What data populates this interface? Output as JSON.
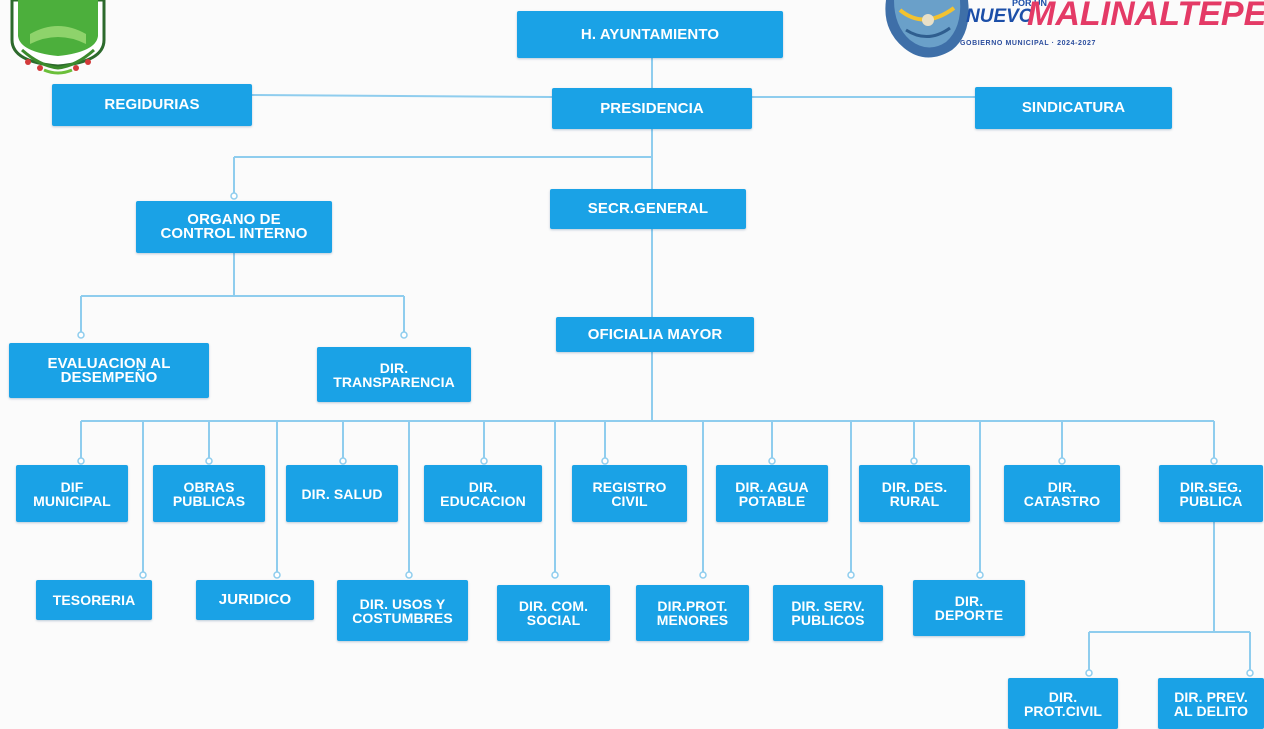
{
  "header": {
    "brand_por": "POR UN",
    "brand_nuevo": "NUEVO",
    "brand_main": "MALINALTEPEC",
    "brand_gobierno": "GOBIERNO MUNICIPAL · 2024-2027"
  },
  "org": {
    "ayuntamiento": "H. AYUNTAMIENTO",
    "regidurias": "REGIDURIAS",
    "presidencia": "PRESIDENCIA",
    "sindicatura": "SINDICATURA",
    "organo_control": "ORGANO DE\nCONTROL INTERNO",
    "secr_general": "SECR.GENERAL",
    "evaluacion": "EVALUACION AL\nDESEMPEÑO",
    "transparencia": "DIR.\nTRANSPARENCIA",
    "oficialia": "OFICIALIA MAYOR",
    "dif": "DIF\nMUNICIPAL",
    "obras": "OBRAS\nPUBLICAS",
    "salud": "DIR. SALUD",
    "educacion": "DIR.\nEDUCACION",
    "registro": "REGISTRO\nCIVIL",
    "agua": "DIR. AGUA\nPOTABLE",
    "rural": "DIR. DES.\nRURAL",
    "catastro": "DIR.\nCATASTRO",
    "seg_publica": "DIR.SEG.\nPUBLICA",
    "tesoreria": "TESORERIA",
    "juridico": "JURIDICO",
    "usos": "DIR. USOS Y\nCOSTUMBRES",
    "com_social": "DIR. COM.\nSOCIAL",
    "prot_menores": "DIR.PROT.\nMENORES",
    "serv_publicos": "DIR. SERV.\nPUBLICOS",
    "deporte": "DIR.\nDEPORTE",
    "prot_civil": "DIR.\nPROT.CIVIL",
    "prev_delito": "DIR. PREV.\nAL DELITO"
  },
  "colors": {
    "box": "#1aa2e6",
    "box_text": "#ffffff",
    "line": "#8fcdee",
    "brand_pink": "#e43a66",
    "brand_blue": "#1c4fa8"
  }
}
